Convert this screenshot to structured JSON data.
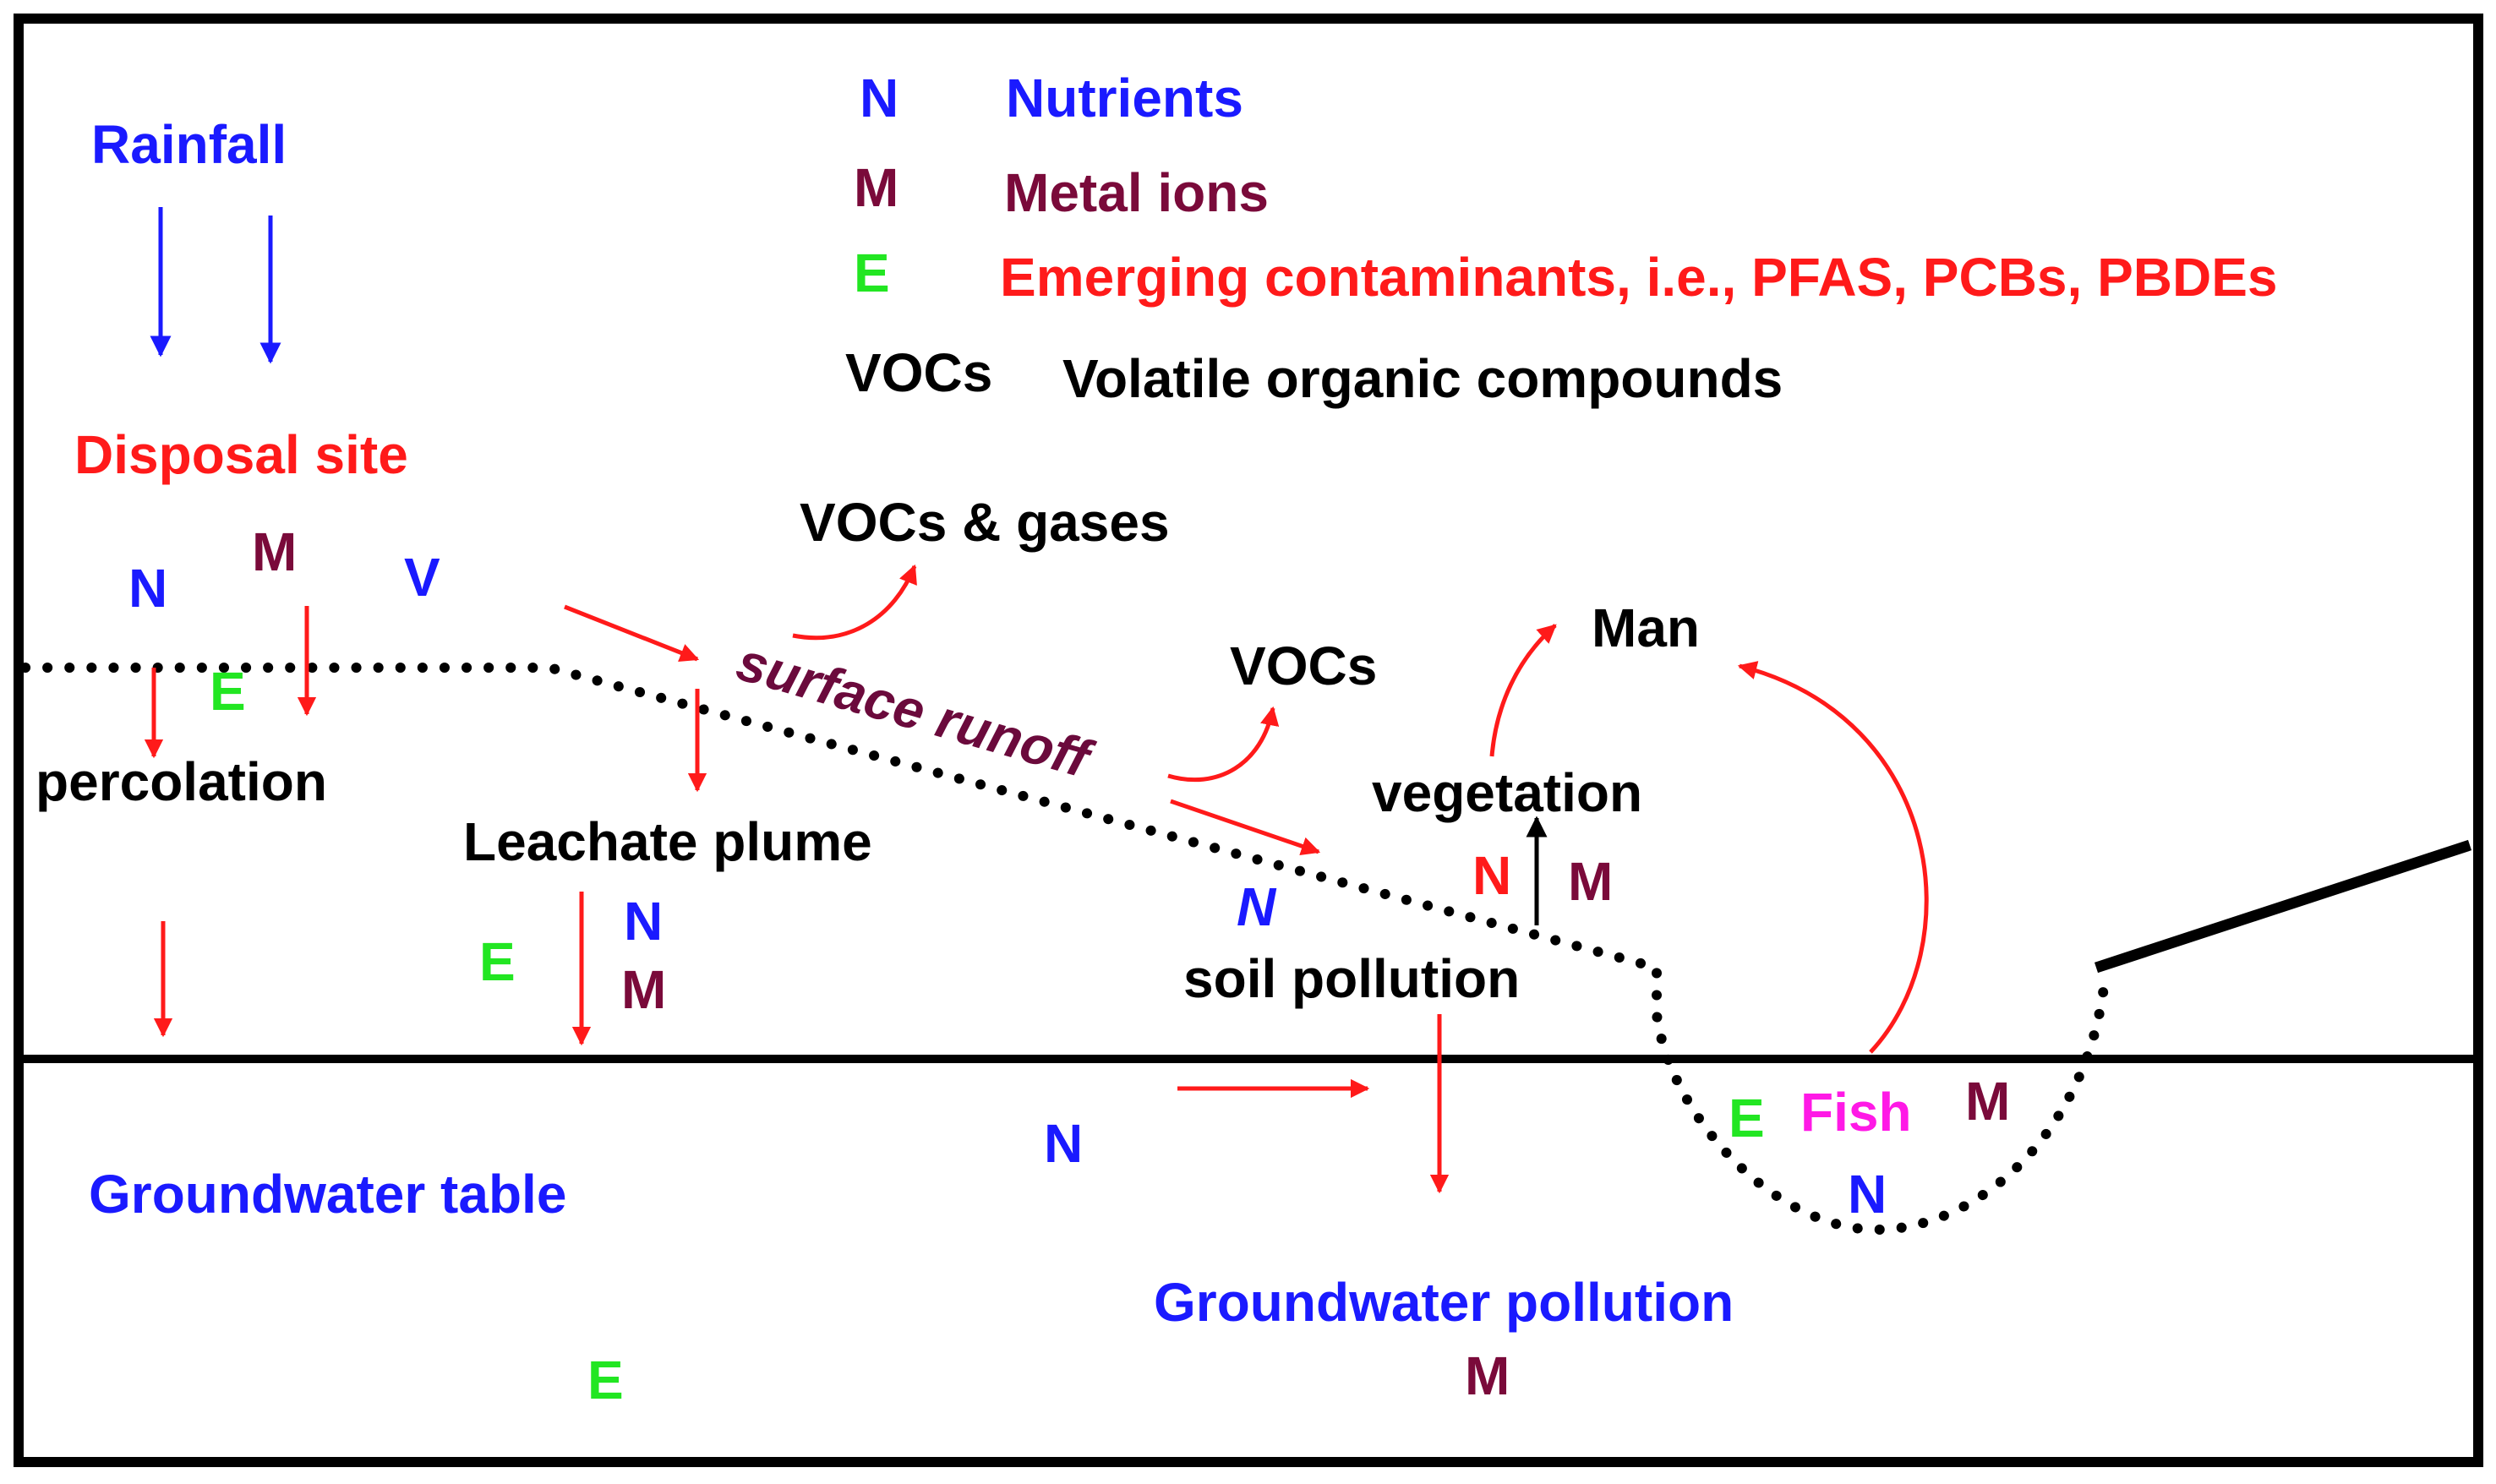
{
  "colors": {
    "nutrient": "#1a1aff",
    "metal": "#7a0a3a",
    "emerging": "#22e622",
    "red": "#ff1a1a",
    "black": "#000000",
    "fish": "#ff19e6",
    "runoff": "#6b0a3c"
  },
  "legend": {
    "n_symbol": "N",
    "n_label": "Nutrients",
    "m_symbol": "M",
    "m_label": "Metal ions",
    "e_symbol": "E",
    "e_label": "Emerging contaminants, i.e., PFAS, PCBs, PBDEs",
    "vocs_symbol": "VOCs",
    "vocs_label": "Volatile organic compounds"
  },
  "labels": {
    "rainfall": "Rainfall",
    "disposal_site": "Disposal site",
    "percolation": "percolation",
    "leachate_plume": "Leachate plume",
    "vocs_gases": "VOCs & gases",
    "surface_runoff": "surface runoff",
    "vocs": "VOCs",
    "man": "Man",
    "vegetation": "vegetation",
    "soil_pollution": "soil pollution",
    "groundwater_table": "Groundwater table",
    "groundwater_pollution": "Groundwater pollution",
    "fish": "Fish"
  },
  "markers": {
    "disposal_n": "N",
    "disposal_m": "M",
    "disposal_v": "V",
    "disposal_e": "E",
    "plume_n": "N",
    "plume_m": "M",
    "plume_e": "E",
    "runoff_n": "N",
    "veg_n": "N",
    "veg_m": "M",
    "gw_n": "N",
    "gw_e": "E",
    "gw_m": "M",
    "pond_e": "E",
    "pond_m": "M",
    "pond_n": "N"
  }
}
